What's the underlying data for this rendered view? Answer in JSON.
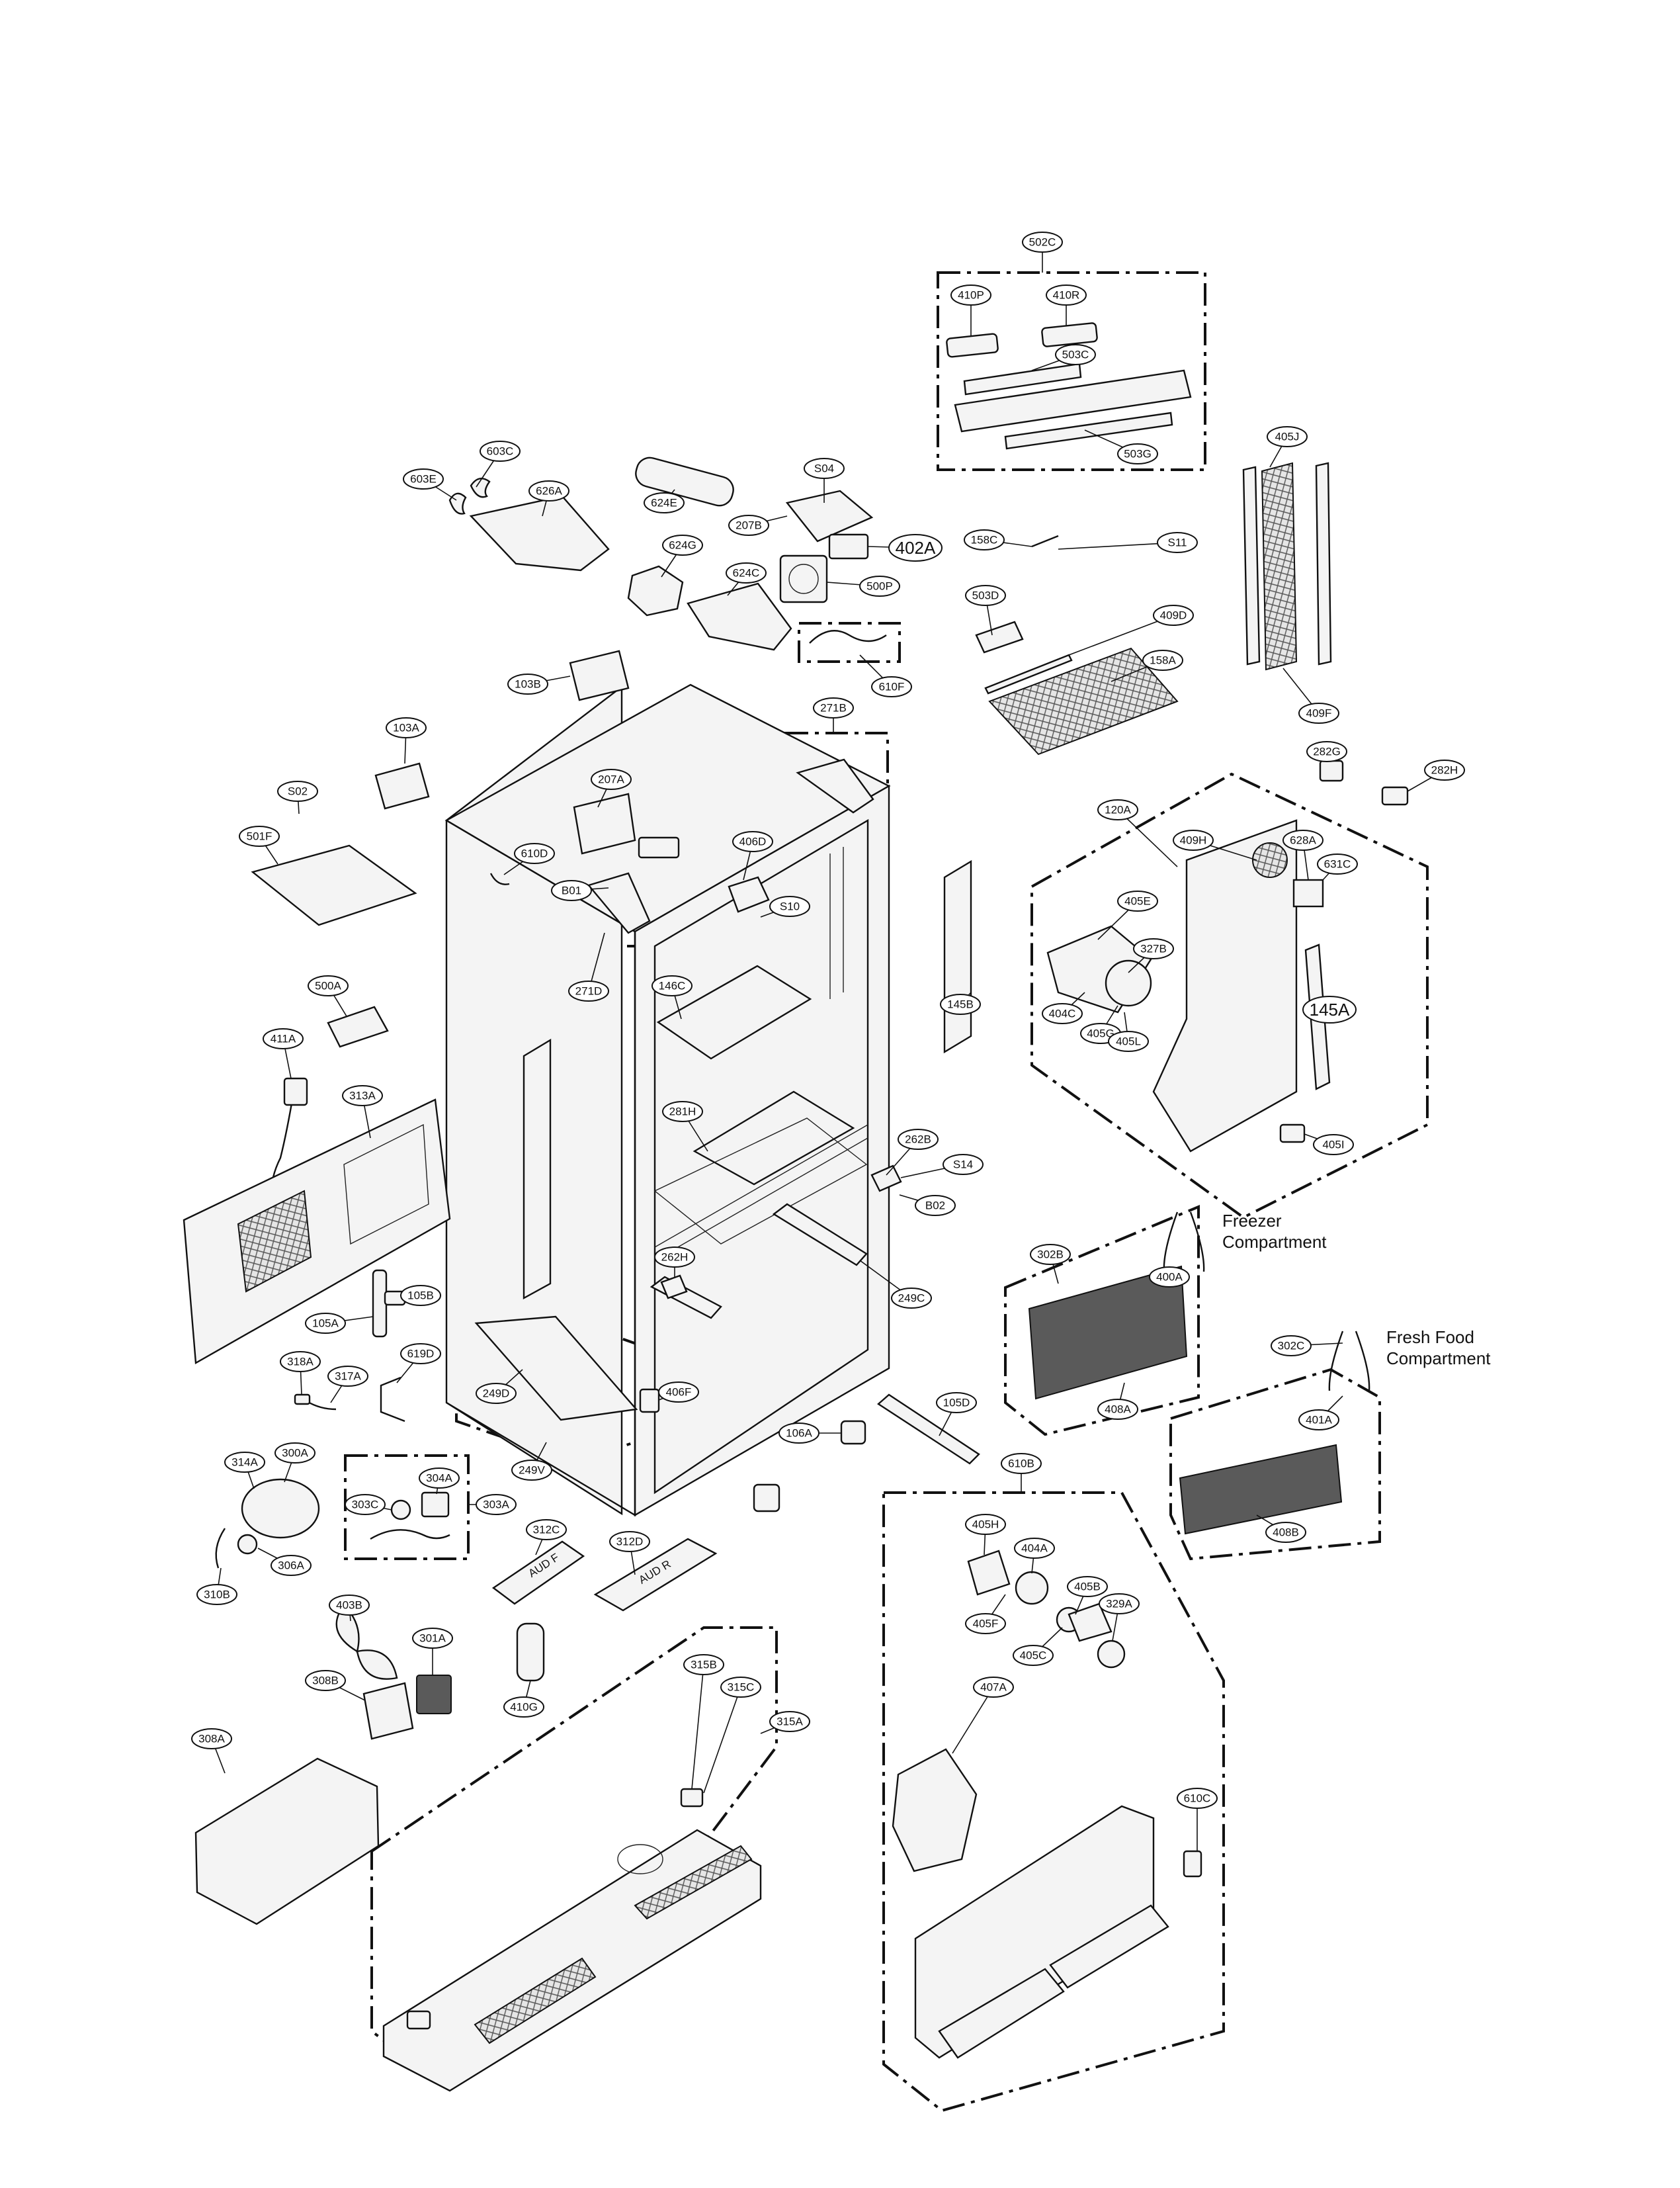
{
  "callouts": [
    {
      "id": "502C"
    },
    {
      "id": "410P"
    },
    {
      "id": "410R"
    },
    {
      "id": "503C"
    },
    {
      "id": "503G"
    },
    {
      "id": "603C"
    },
    {
      "id": "603E"
    },
    {
      "id": "626A"
    },
    {
      "id": "624E"
    },
    {
      "id": "S04"
    },
    {
      "id": "207B"
    },
    {
      "id": "402A"
    },
    {
      "id": "624G"
    },
    {
      "id": "624C"
    },
    {
      "id": "500P"
    },
    {
      "id": "158C"
    },
    {
      "id": "S11"
    },
    {
      "id": "503D"
    },
    {
      "id": "409D"
    },
    {
      "id": "158A"
    },
    {
      "id": "405J"
    },
    {
      "id": "409F"
    },
    {
      "id": "610F"
    },
    {
      "id": "103B"
    },
    {
      "id": "271B"
    },
    {
      "id": "282G"
    },
    {
      "id": "282H"
    },
    {
      "id": "103A"
    },
    {
      "id": "207A"
    },
    {
      "id": "501F"
    },
    {
      "id": "S02"
    },
    {
      "id": "610D"
    },
    {
      "id": "406D"
    },
    {
      "id": "B01"
    },
    {
      "id": "S10"
    },
    {
      "id": "120A"
    },
    {
      "id": "409H"
    },
    {
      "id": "628A"
    },
    {
      "id": "631C"
    },
    {
      "id": "405E"
    },
    {
      "id": "327B"
    },
    {
      "id": "271D"
    },
    {
      "id": "146C"
    },
    {
      "id": "145B"
    },
    {
      "id": "404C"
    },
    {
      "id": "405G"
    },
    {
      "id": "405L"
    },
    {
      "id": "145A"
    },
    {
      "id": "500A"
    },
    {
      "id": "411A"
    },
    {
      "id": "313A"
    },
    {
      "id": "281H"
    },
    {
      "id": "262B"
    },
    {
      "id": "S14"
    },
    {
      "id": "B02"
    },
    {
      "id": "405I"
    },
    {
      "id": "262H"
    },
    {
      "id": "249C"
    },
    {
      "id": "302B"
    },
    {
      "id": "400A"
    },
    {
      "id": "105B"
    },
    {
      "id": "105A"
    },
    {
      "id": "619D"
    },
    {
      "id": "318A"
    },
    {
      "id": "317A"
    },
    {
      "id": "249D"
    },
    {
      "id": "406F"
    },
    {
      "id": "105D"
    },
    {
      "id": "302C"
    },
    {
      "id": "106A"
    },
    {
      "id": "408A"
    },
    {
      "id": "401A"
    },
    {
      "id": "314A"
    },
    {
      "id": "300A"
    },
    {
      "id": "304A"
    },
    {
      "id": "249V"
    },
    {
      "id": "303C"
    },
    {
      "id": "303A"
    },
    {
      "id": "610B"
    },
    {
      "id": "306A"
    },
    {
      "id": "312C"
    },
    {
      "id": "312D"
    },
    {
      "id": "408B"
    },
    {
      "id": "310B"
    },
    {
      "id": "405H"
    },
    {
      "id": "404A"
    },
    {
      "id": "405B"
    },
    {
      "id": "405F"
    },
    {
      "id": "329A"
    },
    {
      "id": "405C"
    },
    {
      "id": "403B"
    },
    {
      "id": "301A"
    },
    {
      "id": "308B"
    },
    {
      "id": "410G"
    },
    {
      "id": "315B"
    },
    {
      "id": "315C"
    },
    {
      "id": "315A"
    },
    {
      "id": "407A"
    },
    {
      "id": "308A"
    },
    {
      "id": "610C"
    }
  ],
  "notes": {
    "freezer": [
      "Freezer",
      "Compartment"
    ],
    "fresh_food": [
      "Fresh Food",
      "Compartment"
    ]
  },
  "part_markings": {
    "drawer_312c": "AUD F",
    "drawer_312d": "AUD R"
  },
  "colors": {
    "ink": "#111111",
    "paper": "#ffffff"
  }
}
